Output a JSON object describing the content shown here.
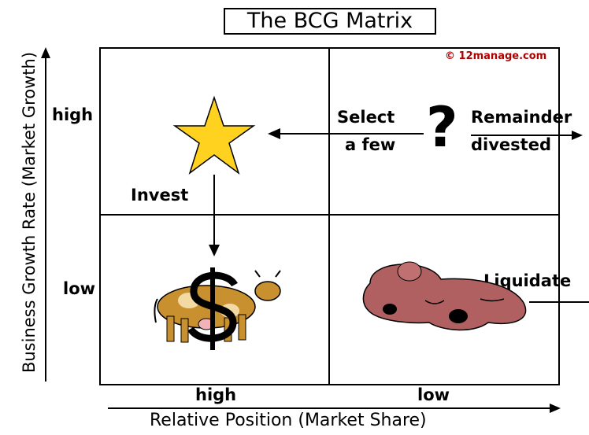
{
  "title": "The BCG Matrix",
  "copyright": "© 12manage.com",
  "axes": {
    "y_label": "Business Growth Rate (Market Growth)",
    "x_label": "Relative Position (Market Share)",
    "y_high": "high",
    "y_low": "low",
    "x_high": "high",
    "x_low": "low"
  },
  "quadrants": {
    "question": {
      "symbol": "?",
      "left_text_1": "Select",
      "left_text_2": "a few",
      "right_text_1": "Remainder",
      "right_text_2": "divested"
    },
    "star": {
      "action": "Invest"
    },
    "cash_cow": {
      "symbol": "$"
    },
    "dog": {
      "action": "Liquidate"
    }
  },
  "colors": {
    "star": "#ffd21f",
    "cow": "#c8902f",
    "dog": "#b06060"
  }
}
